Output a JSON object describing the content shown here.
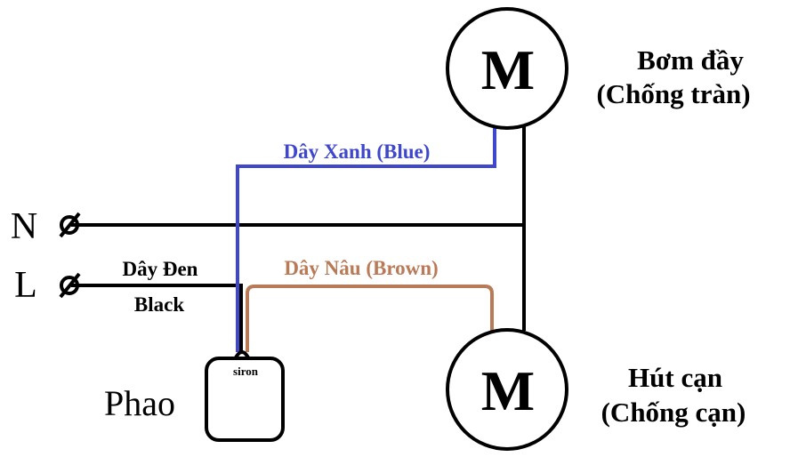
{
  "colors": {
    "blue_wire": "#3f48cc",
    "brown_wire": "#b97a57",
    "black_wire": "#000000"
  },
  "motor_top": {
    "symbol": "M",
    "label_line1": "Bơm đầy",
    "label_line2": "(Chống tràn)"
  },
  "motor_bottom": {
    "symbol": "M",
    "label_line1": "Hút cạn",
    "label_line2": "(Chống cạn)"
  },
  "terminals": {
    "n": "N",
    "l": "L"
  },
  "wires": {
    "blue": "Dây Xanh (Blue)",
    "brown": "Dây Nâu (Brown)",
    "black_line1": "Dây Đen",
    "black_line2": "Black"
  },
  "float_switch": {
    "brand": "siron",
    "label": "Phao"
  }
}
